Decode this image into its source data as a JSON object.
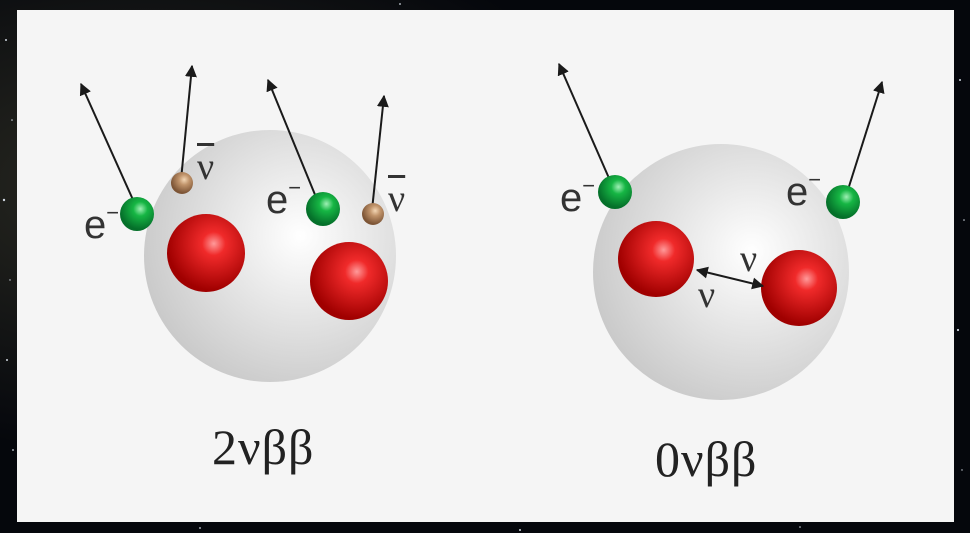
{
  "left_process": {
    "caption": "2νββ",
    "electron_label": "e",
    "electron_charge": "−",
    "antineutrino_label": "ν"
  },
  "right_process": {
    "caption": "0νββ",
    "electron_label": "e",
    "electron_charge": "−",
    "neutrino_label": "ν",
    "exchange_label_upper": "ν",
    "exchange_label_lower": "ν"
  },
  "colors": {
    "nucleus_sphere": "#d8d8d8",
    "nucleon_red": "#d40a0a",
    "electron_green": "#0fa838",
    "antineutrino_tan": "#b98a5c",
    "arrow": "#1a1a1a"
  }
}
